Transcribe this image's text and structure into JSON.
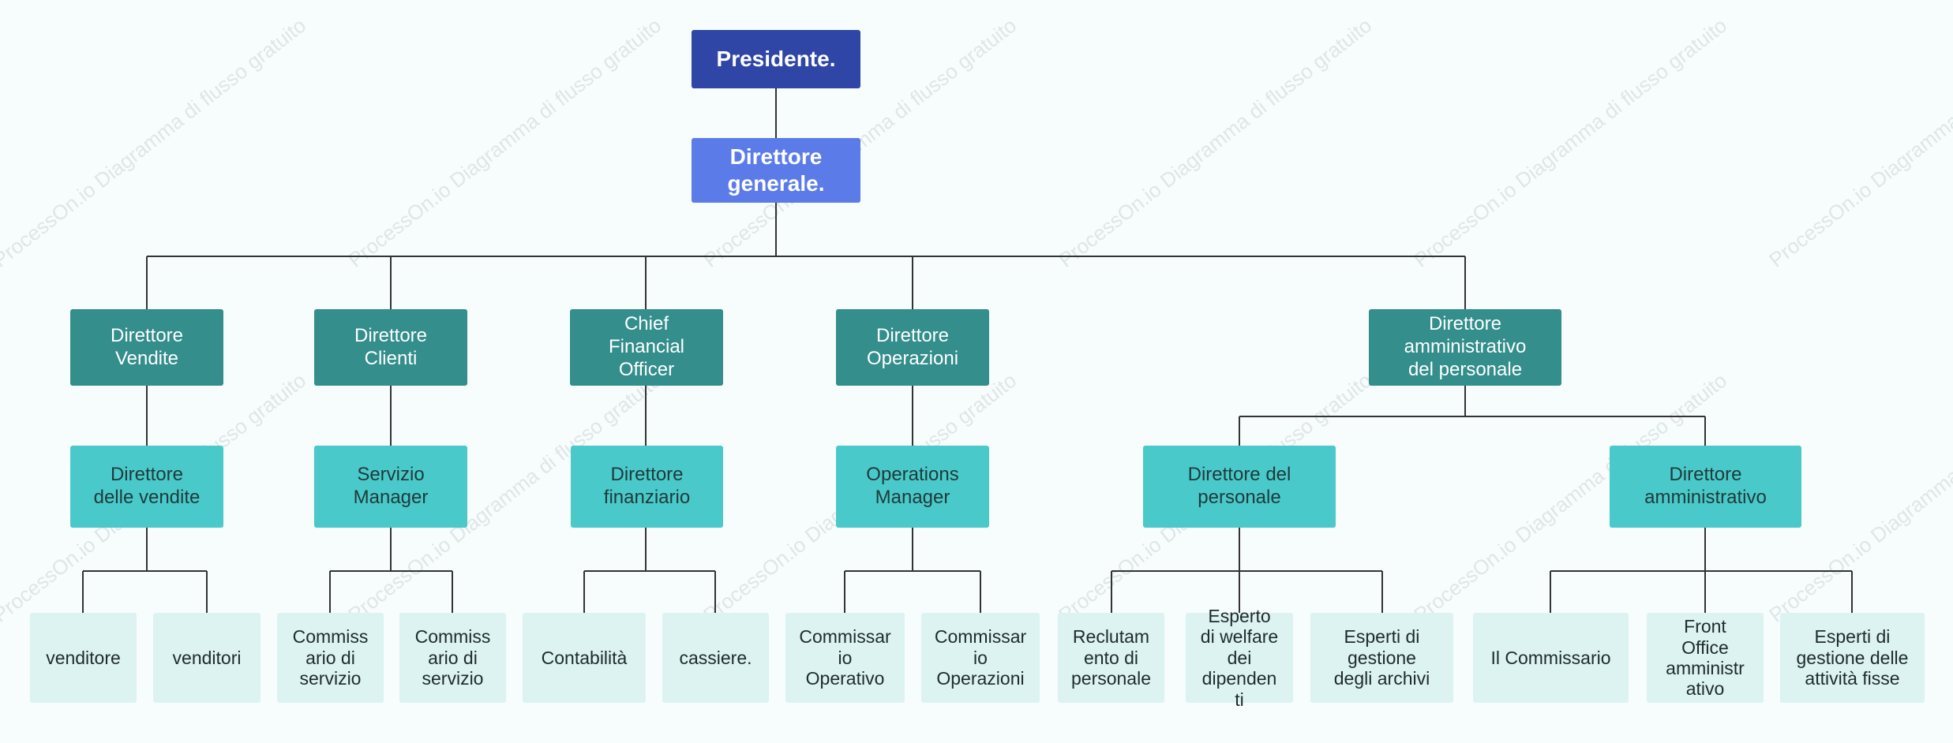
{
  "watermark": "ProcessOn.io Diagramma di flusso gratuito",
  "colors": {
    "top": "#2f46a6",
    "general_manager": "#5b7be9",
    "level2": "#338e8c",
    "level3": "#4ac9ca",
    "level4": "#dcf3f2",
    "connector": "#333333",
    "background": "#f7fcfc"
  },
  "org": {
    "president": "Presidente.",
    "general_manager": "Direttore\ngenerale.",
    "sales_director": "Direttore\nVendite",
    "sales_manager": "Direttore\ndelle vendite",
    "seller_1": "venditore",
    "seller_2": "venditori",
    "client_director": "Direttore\nClienti",
    "service_manager": "Servizio\nManager",
    "service_clerk_1": "Commiss\nario di\nservizio",
    "service_clerk_2": "Commiss\nario di\nservizio",
    "cfo": "Chief\nFinancial\nOfficer",
    "finance_director": "Direttore\nfinanziario",
    "accounting": "Contabilità",
    "cashier": "cassiere.",
    "operations_director": "Direttore\nOperazioni",
    "operations_manager": "Operations\nManager",
    "operative_clerk": "Commissar\nio\nOperativo",
    "operations_clerk": "Commissar\nio\nOperazioni",
    "hr_admin_director": "Direttore\namministrativo\ndel personale",
    "hr_director": "Direttore del\npersonale",
    "recruitment": "Reclutam\nento di\npersonale",
    "welfare_expert": "Esperto\ndi welfare\ndei\ndipenden\nti",
    "archive_expert": "Esperti di\ngestione\ndegli archivi",
    "admin_director": "Direttore\namministrativo",
    "commissioner": "Il Commissario",
    "front_office": "Front\nOffice\namministr\nativo",
    "fixed_assets_expert": "Esperti di\ngestione delle\nattività fisse"
  }
}
